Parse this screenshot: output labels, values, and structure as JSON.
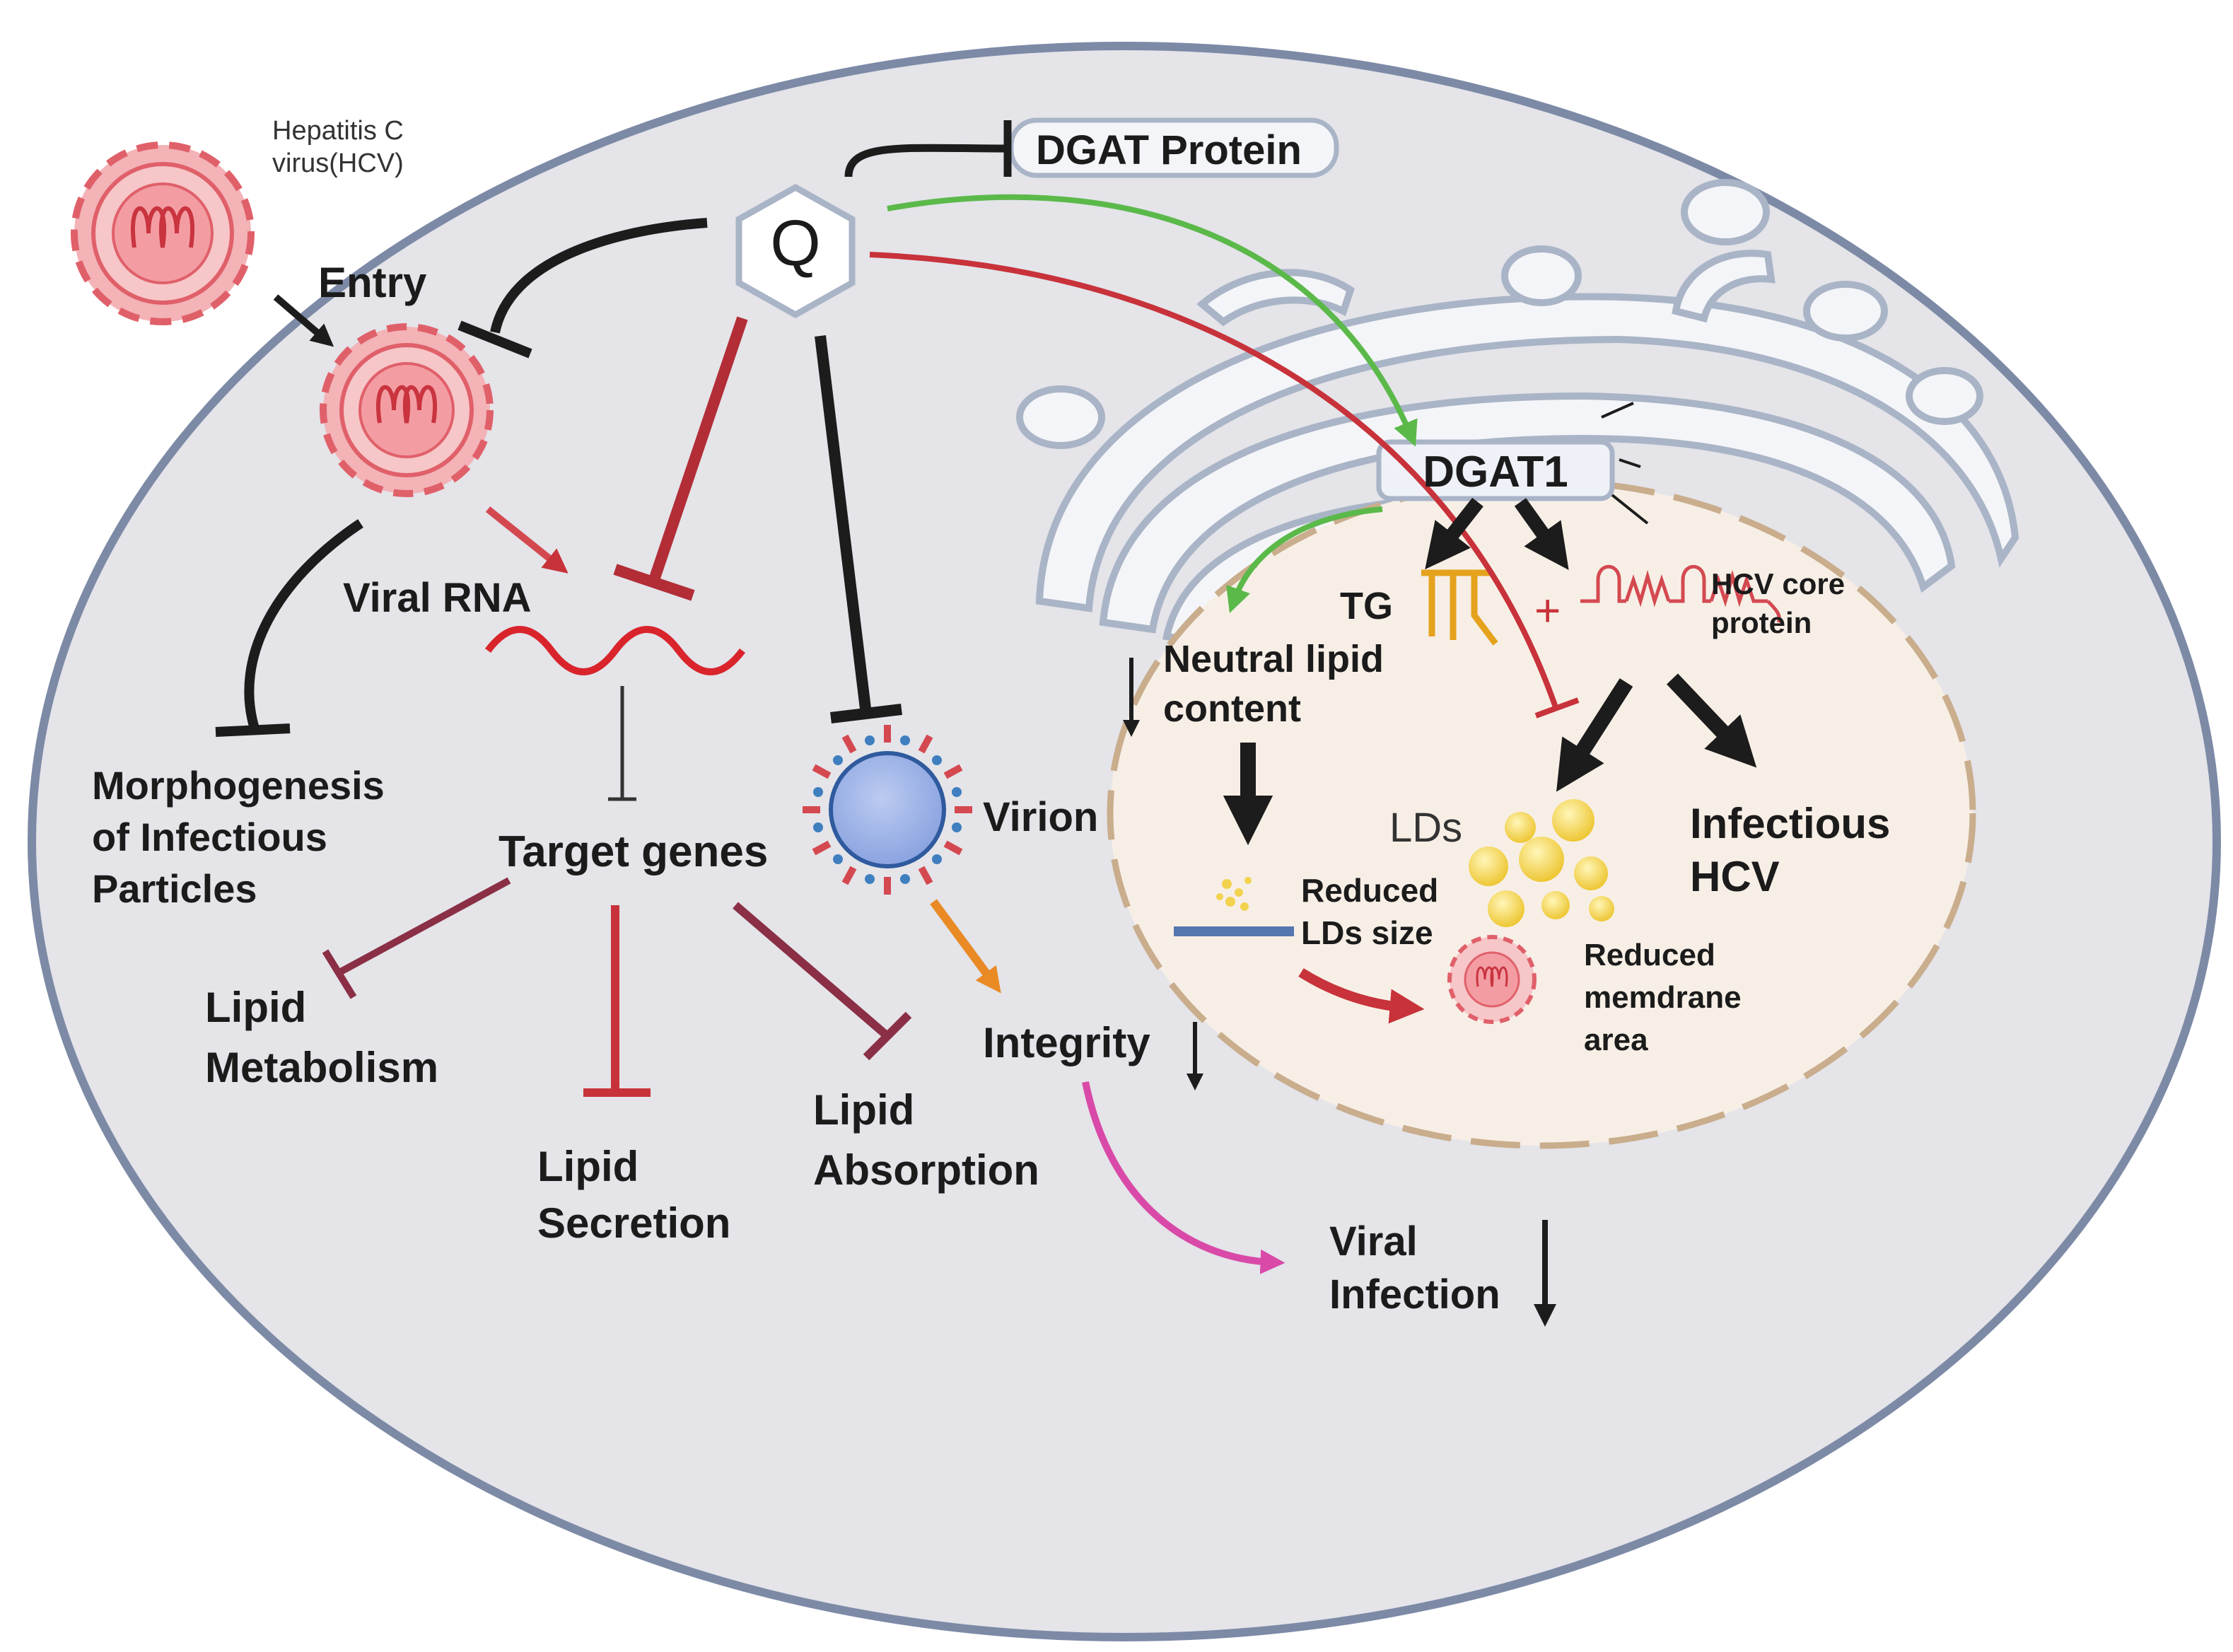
{
  "labels": {
    "hcv_name_1": "Hepatitis C",
    "hcv_name_2": "virus(HCV)",
    "entry": "Entry",
    "q": "Q",
    "dgat_protein": "DGAT Protein",
    "dgat1": "DGAT1",
    "viral_rna": "Viral RNA",
    "morph_1": "Morphogenesis",
    "morph_2": "of Infectious",
    "morph_3": "Particles",
    "target_genes": "Target genes",
    "virion": "Virion",
    "lipid_metabolism_1": "Lipid",
    "lipid_metabolism_2": "Metabolism",
    "lipid_secretion_1": "Lipid",
    "lipid_secretion_2": "Secretion",
    "lipid_absorption_1": "Lipid",
    "lipid_absorption_2": "Absorption",
    "integrity": "Integrity",
    "viral_infection_1": "Viral",
    "viral_infection_2": "Infection",
    "tg": "TG",
    "neutral_lipid_1": "Neutral lipid",
    "neutral_lipid_2": "content",
    "hcv_core_1": "HCV core",
    "hcv_core_2": "protein",
    "lds": "LDs",
    "infectious_hcv_1": "Infectious",
    "infectious_hcv_2": "HCV",
    "reduced_lds_1": "Reduced",
    "reduced_lds_2": "LDs size",
    "reduced_membrane_1": "Reduced",
    "reduced_membrane_2": "memdrane",
    "reduced_membrane_3": "area",
    "plus": "+"
  },
  "colors": {
    "background": "#ffffff",
    "cell_fill": "#e4e4e9",
    "cell_border": "#7d8aa6",
    "nucleus_fill": "#f7efe6",
    "nucleus_border": "#c9ad8c",
    "er_fill": "#f4f5f8",
    "er_stroke": "#a9b4c7",
    "inhibit_black": "#1c1c1c",
    "inhibit_red": "#b22d36",
    "inhibit_maroon": "#8a2f45",
    "activate_green": "#5bb94a",
    "activate_orange": "#e98a25",
    "activate_magenta": "#d94aa8",
    "virus_red": "#e0606a",
    "virion_blue": "#9fb4e6",
    "lipid_yellow": "#f3d24e",
    "tg_orange": "#e5a21d"
  },
  "icons": [
    "hcv-virus-icon",
    "q-hexagon-icon",
    "virion-icon",
    "rna-wave-icon",
    "lipid-droplets-icon",
    "triglyceride-icon",
    "hcv-core-protein-icon"
  ]
}
